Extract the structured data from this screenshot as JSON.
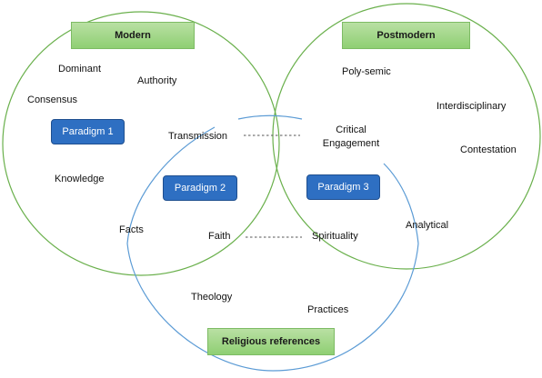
{
  "headers": {
    "modern": "Modern",
    "postmodern": "Postmodern",
    "religious": "Religious references"
  },
  "paradigms": {
    "p1": "Paradigm 1",
    "p2": "Paradigm 2",
    "p3": "Paradigm 3"
  },
  "modern_terms": {
    "dominant": "Dominant",
    "authority": "Authority",
    "consensus": "Consensus",
    "knowledge": "Knowledge",
    "transmission": "Transmission",
    "facts": "Facts"
  },
  "postmodern_terms": {
    "poly_semic": "Poly-semic",
    "interdisciplinary": "Interdisciplinary",
    "critical_line1": "Critical",
    "critical_line2": "Engagement",
    "contestation": "Contestation",
    "analytical": "Analytical"
  },
  "religious_terms": {
    "faith": "Faith",
    "spirituality": "Spirituality",
    "theology": "Theology",
    "practices": "Practices"
  },
  "colors": {
    "green_circle": "#6ab04c",
    "blue_circle": "#5b9bd5",
    "dashed_link": "#555555",
    "header_fill": "#a9d18e",
    "paradigm_fill": "#2e6fc2"
  }
}
